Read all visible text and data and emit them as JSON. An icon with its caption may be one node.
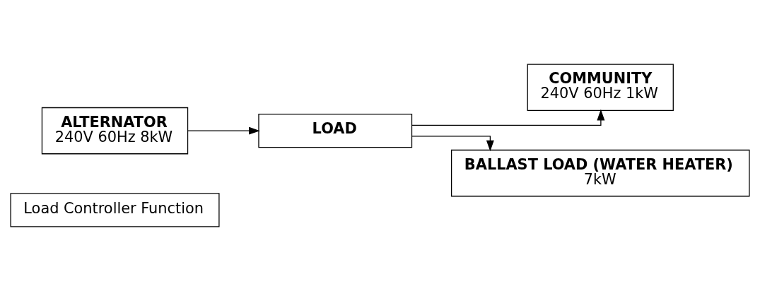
{
  "diagram": {
    "nodes": [
      {
        "text": [
          "ALTERNATOR",
          "240V 60Hz 8kW"
        ]
      },
      {
        "text": [
          "LOAD"
        ]
      },
      {
        "text": [
          "COMMUNITY",
          "240V 60Hz 1kW"
        ]
      },
      {
        "text": [
          "BALLAST LOAD (WATER HEATER)",
          "7kW"
        ]
      },
      {
        "text": [
          "Load Controller Function"
        ]
      }
    ],
    "edges": [
      {
        "from": 0,
        "to": 1,
        "arrow": "to"
      },
      {
        "from": 1,
        "to": 2,
        "arrow": "to"
      },
      {
        "from": 1,
        "to": 3,
        "arrow": "to"
      }
    ]
  }
}
